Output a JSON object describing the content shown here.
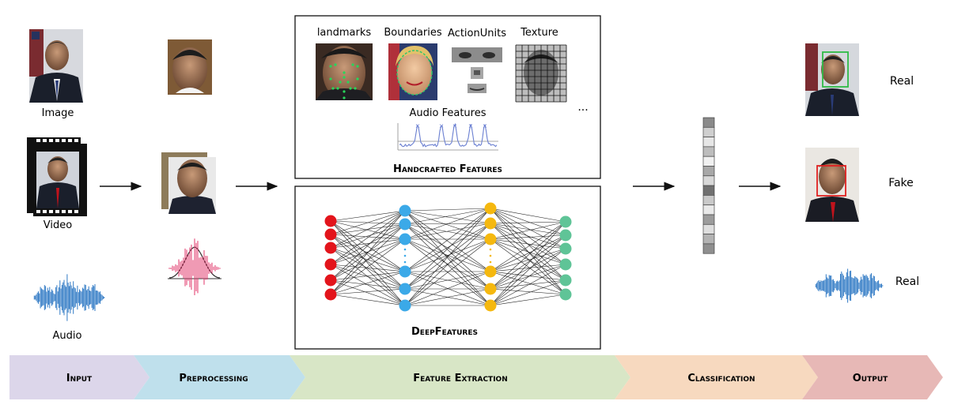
{
  "input": {
    "image_label": "Image",
    "video_label": "Video",
    "audio_label": "Audio"
  },
  "handcrafted": {
    "landmarks_label": "landmarks",
    "boundaries_label": "Boundaries",
    "action_units_label": "ActionUnits",
    "texture_label": "Texture",
    "ellipsis": "...",
    "audio_features_label": "Audio Features",
    "title": "Handcrafted Features"
  },
  "deep": {
    "title": "DeepFeatures"
  },
  "output": {
    "real_label_1": "Real",
    "fake_label": "Fake",
    "real_label_2": "Real"
  },
  "stages": [
    {
      "label": "Input",
      "color": "#dcd6ea"
    },
    {
      "label": "Preprocessing",
      "color": "#bfe0ec"
    },
    {
      "label": "Feature Extraction",
      "color": "#d8e6c6"
    },
    {
      "label": "Classification",
      "color": "#f7d9bf"
    },
    {
      "label": "Output",
      "color": "#e7b8b6"
    }
  ],
  "colors": {
    "layer1": "#e3141b",
    "layer2": "#3ba9e8",
    "layer3": "#f5b80f",
    "layer4": "#5fc497",
    "waveform": "#2f79c4",
    "real_box": "#2dbb45",
    "fake_box": "#e02020"
  },
  "icons": {
    "face": "face-photo-icon",
    "film": "film-strip-icon",
    "waveform": "audio-waveform-icon",
    "histogram": "histogram-icon",
    "feature_vector": "feature-vector-icon"
  }
}
